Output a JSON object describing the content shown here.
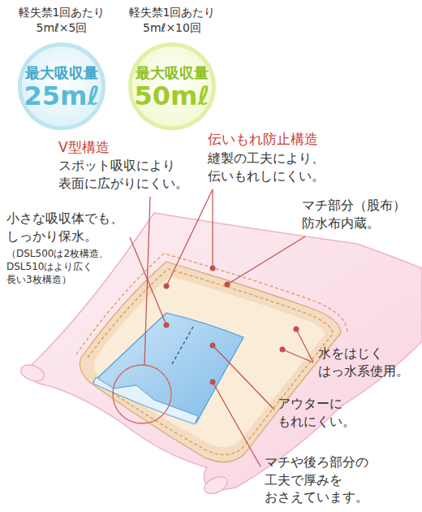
{
  "diagram": {
    "nodes": [
      {
        "text": [
          "軽失禁1回あたり 5mℓ×5回",
          "最大吸収量",
          "25mℓ"
        ]
      },
      {
        "text": [
          "軽失禁1回あたり 5mℓ×10回",
          "最大吸収量",
          "50mℓ"
        ]
      }
    ],
    "labels": [
      "V型構造",
      "スポット吸収により 表面に広がりにくい。",
      "伝いもれ防止構造",
      "縫製の工夫により、 伝いもれしにくい。",
      "小さな吸収体でも、 しっかり保水。",
      "（DSL500は2枚構造、 DSL510はより広く 長い3枚構造）",
      "マチ部分（股布） 防水布内蔵。",
      "水をはじく はっ水系使用。",
      "アウターに もれにくい。",
      "マチや後ろ部分の 工夫で厚みを おさえています。"
    ]
  }
}
